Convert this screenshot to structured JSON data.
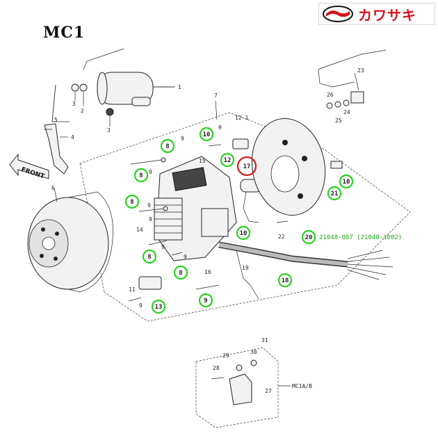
{
  "header": {
    "model": "MC1",
    "brand": "カワサキ"
  },
  "labels": {
    "front": "FRONT",
    "part_number": "21048-007 (21048-1002)",
    "variant": "MC1A/B"
  },
  "ref_numbers": {
    "n1": "1",
    "n2": "2",
    "n3a": "3",
    "n3b": "3",
    "n4": "4",
    "n5": "5",
    "n6": "6",
    "n7": "7",
    "n9a": "9",
    "n9b": "9",
    "n9c": "9",
    "n9d": "9",
    "n9e": "9",
    "n9f": "9",
    "n9g": "9",
    "n9h": "9",
    "n11": "11",
    "n12_1": "12-1",
    "n14": "14",
    "n15": "15",
    "n16": "16",
    "n19": "19",
    "n22": "22",
    "n23": "23",
    "n24": "24",
    "n25": "25",
    "n26": "26",
    "n27": "27",
    "n28": "28",
    "n29": "29",
    "n30": "30",
    "n31": "31"
  },
  "callouts": {
    "c8a": "8",
    "c8b": "8",
    "c8c": "8",
    "c8d": "8",
    "c8e": "8",
    "c9": "9",
    "c10a": "10",
    "c10b": "10",
    "c10c": "10",
    "c12": "12",
    "c13": "13",
    "c17": "17",
    "c18": "18",
    "c20": "20",
    "c21": "21"
  },
  "colors": {
    "highlight_green": "#27d21f",
    "highlight_red": "#d41b1b",
    "brand_red": "#d4121b"
  }
}
